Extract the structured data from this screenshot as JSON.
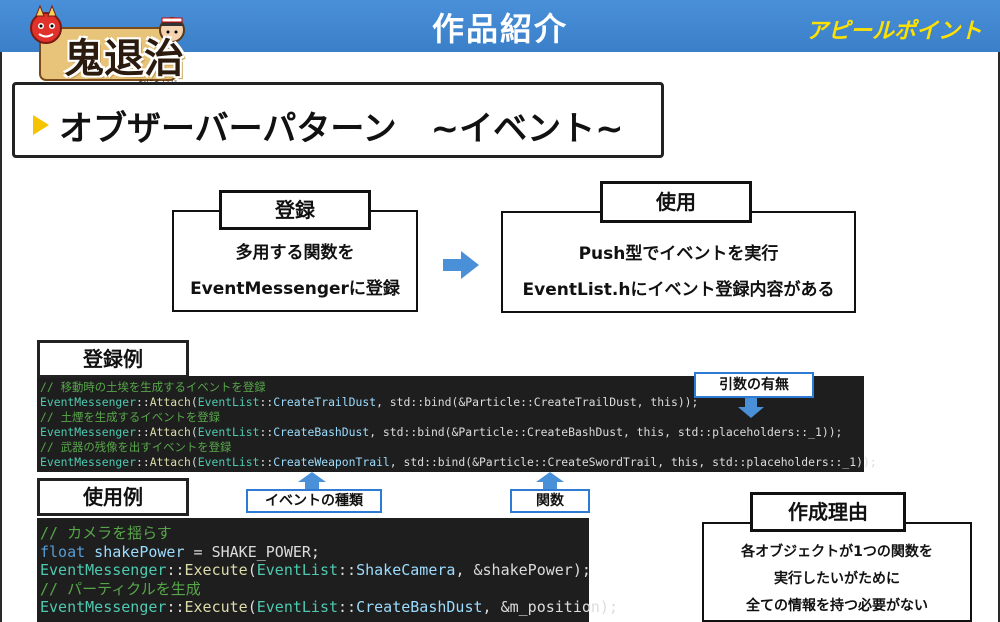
{
  "header": {
    "title": "作品紹介",
    "appeal": "アピールポイント",
    "color": "#3a7fc8"
  },
  "logo": {
    "text": "鬼退治",
    "sub": "おにたいじ",
    "icons": [
      "red-oni-icon",
      "boy-character-icon"
    ]
  },
  "title": {
    "text": "オブザーバーパターン　~イベント~",
    "accent": "#f5c300"
  },
  "register_box": {
    "label": "登録",
    "lines": [
      "多用する関数を",
      "EventMessengerに登録"
    ]
  },
  "use_box": {
    "label": "使用",
    "lines": [
      "Push型でイベントを実行",
      "EventList.hにイベント登録内容がある"
    ]
  },
  "register_example": {
    "label": "登録例",
    "code": [
      {
        "comment": "// 移動時の土埃を生成するイベントを登録"
      },
      {
        "cls": "EventMessenger",
        "sep1": "::",
        "fn": "Attach",
        "open": "(",
        "cls2": "EventList",
        "sep2": "::",
        "arg1": "CreateTrailDust",
        "rest": ", std::bind(&Particle::CreateTrailDust, this));"
      },
      {
        "comment": "// 土煙を生成するイベントを登録"
      },
      {
        "cls": "EventMessenger",
        "sep1": "::",
        "fn": "Attach",
        "open": "(",
        "cls2": "EventList",
        "sep2": "::",
        "arg1": "CreateBashDust",
        "rest": ", std::bind(&Particle::CreateBashDust, this, std::placeholders::_1));"
      },
      {
        "comment": "// 武器の残像を出すイベントを登録"
      },
      {
        "cls": "EventMessenger",
        "sep1": "::",
        "fn": "Attach",
        "open": "(",
        "cls2": "EventList",
        "sep2": "::",
        "arg1": "CreateWeaponTrail",
        "rest": ", std::bind(&Particle::CreateSwordTrail, this, std::placeholders::_1));"
      }
    ]
  },
  "use_example": {
    "label": "使用例",
    "code": [
      {
        "comment": "// カメラを揺らす"
      },
      {
        "kw": "float",
        "var": " shakePower",
        "rest": " = SHAKE_POWER;"
      },
      {
        "cls": "EventMessenger",
        "sep1": "::",
        "fn": "Execute",
        "open": "(",
        "cls2": "EventList",
        "sep2": "::",
        "arg1": "ShakeCamera",
        "rest": ", &shakePower);"
      },
      {
        "comment": "// パーティクルを生成"
      },
      {
        "cls": "EventMessenger",
        "sep1": "::",
        "fn": "Execute",
        "open": "(",
        "cls2": "EventList",
        "sep2": "::",
        "arg1": "CreateBashDust",
        "rest": ", &m_position);"
      }
    ]
  },
  "callouts": {
    "args": "引数の有無",
    "event_type": "イベントの種類",
    "function": "関数",
    "color": "#2e7bd6"
  },
  "reason": {
    "label": "作成理由",
    "lines": [
      "各オブジェクトが1つの関数を",
      "実行したいがために",
      "全ての情報を持つ必要がない"
    ]
  }
}
